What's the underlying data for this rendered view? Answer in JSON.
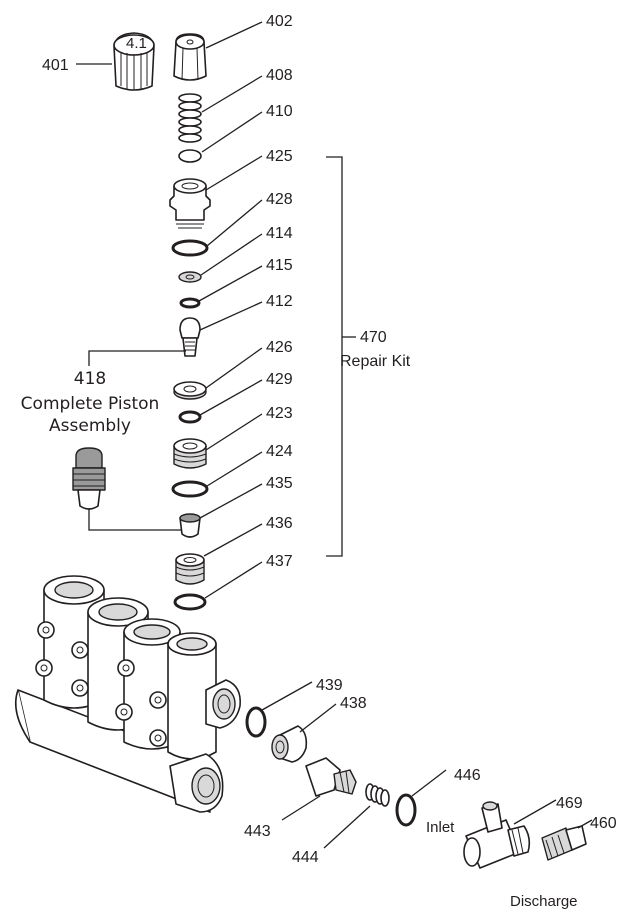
{
  "parts": {
    "p401": "401",
    "p402": "402",
    "p408": "408",
    "p410": "410",
    "p425": "425",
    "p428": "428",
    "p414": "414",
    "p415": "415",
    "p412": "412",
    "p426": "426",
    "p429": "429",
    "p423": "423",
    "p424": "424",
    "p435": "435",
    "p436": "436",
    "p437": "437",
    "p439": "439",
    "p438": "438",
    "p443": "443",
    "p444": "444",
    "p446": "446",
    "p469": "469",
    "p460": "460"
  },
  "repair_kit": {
    "number": "470",
    "label": "Repair Kit"
  },
  "piston_assembly": {
    "number": "418",
    "line1": "Complete Piston",
    "line2": "Assembly"
  },
  "labels": {
    "inlet": "Inlet",
    "discharge": "Discharge"
  }
}
